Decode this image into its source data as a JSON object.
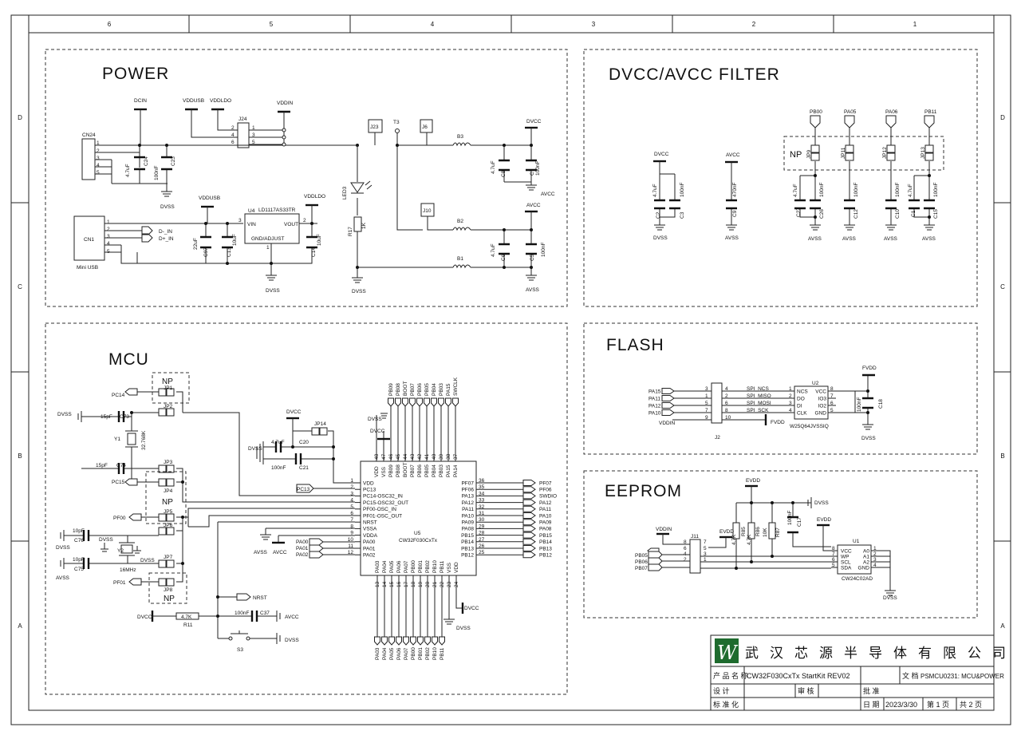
{
  "frame": {
    "columns": [
      "6",
      "5",
      "4",
      "3",
      "2",
      "1"
    ],
    "rows": [
      "D",
      "C",
      "B",
      "A"
    ]
  },
  "sections": {
    "power": "POWER",
    "filter": "DVCC/AVCC FILTER",
    "mcu": "MCU",
    "flash": "FLASH",
    "eeprom": "EEPROM"
  },
  "power": {
    "nets": [
      "DCIN",
      "VDDUSB",
      "VDDLDO",
      "VDDIN",
      "VDDUSB",
      "VDDLDO",
      "DVCC",
      "AVCC",
      "DVSS",
      "DVSS",
      "DVSS",
      "AVSS"
    ],
    "cn24": "CN24",
    "cn1": "CN1",
    "cn1_sub": "Mini USB",
    "j24": "J24",
    "j23": "J23",
    "j6": "J6",
    "j10": "J10",
    "t3": "T3",
    "led": "LED3",
    "r17": "R17",
    "r17v": "1K",
    "u4": "U4",
    "u4_part": "LD1117AS33TR",
    "u4_vin": "VIN",
    "u4_vout": "VOUT",
    "u4_gnd": "GND/ADJUST",
    "dm": "D-_IN",
    "dp": "D+_IN",
    "caps": [
      "4.7uF",
      "C24",
      "100nF",
      "C23",
      "22uF",
      "C97",
      "C13",
      "10uF",
      "C14",
      "10uF",
      "4.7uF",
      "C8",
      "100nF",
      "C7",
      "4.7uF",
      "C6",
      "100nF",
      "C5"
    ],
    "beads": [
      "B3",
      "B2",
      "B1"
    ]
  },
  "filter": {
    "nets_top": [
      "DVCC",
      "AVCC",
      "PB00",
      "PA05",
      "PA06",
      "PB11"
    ],
    "nets_bot": [
      "DVSS",
      "AVSS",
      "AVSS",
      "AVSS",
      "AVSS",
      "AVSS"
    ],
    "np": "NP",
    "jp": [
      "JP9",
      "JP11",
      "JP12",
      "JP13"
    ],
    "caps": [
      "4.7uF",
      "C2",
      "100nF",
      "C3",
      "470nF",
      "C9",
      "4.7uF",
      "C27",
      "100nF",
      "C26",
      "100nF",
      "C12",
      "100nF",
      "C10",
      "4.7uF",
      "C1",
      "100nF",
      "C15"
    ]
  },
  "mcu": {
    "u5": "U5",
    "u5_part": "CW32F030CxTx",
    "left_pins": [
      "VDD",
      "PC13",
      "PC14-OSC32_IN",
      "PC15-OSC32_OUT",
      "PF00-OSC_IN",
      "PF01-OSC_OUT",
      "NRST",
      "VSSA",
      "VDDA",
      "PA00",
      "PA01",
      "PA02"
    ],
    "left_nums": [
      "1",
      "2",
      "3",
      "4",
      "5",
      "6",
      "7",
      "8",
      "9",
      "10",
      "11",
      "12"
    ],
    "right_pins": [
      "PF07",
      "PF06",
      "PA13",
      "PA12",
      "PA11",
      "PA10",
      "PA09",
      "PA08",
      "PB15",
      "PB14",
      "PB13",
      "PB12"
    ],
    "right_nums": [
      "36",
      "35",
      "34",
      "33",
      "32",
      "31",
      "30",
      "29",
      "28",
      "27",
      "26",
      "25"
    ],
    "right_nets": [
      "PF07",
      "PF06",
      "SWDIO",
      "PA12",
      "PA11",
      "PA10",
      "PA09",
      "PA08",
      "PB15",
      "PB14",
      "PB13",
      "PB12"
    ],
    "top_pins": [
      "VDD",
      "VSS",
      "PB09",
      "PB08",
      "BOOT",
      "PB07",
      "PB06",
      "PB05",
      "PB04",
      "PB03",
      "PA15",
      "PA14"
    ],
    "top_nums": [
      "48",
      "47",
      "46",
      "45",
      "44",
      "43",
      "42",
      "41",
      "40",
      "39",
      "38",
      "37"
    ],
    "top_nets": [
      "PB09",
      "PB08",
      "BOOT",
      "PB07",
      "PB06",
      "PB05",
      "PB04",
      "PB03",
      "PA15",
      "SWCLK"
    ],
    "bot_pins": [
      "PA03",
      "PA04",
      "PA05",
      "PA06",
      "PA07",
      "PB00",
      "PB01",
      "PB02",
      "PB10",
      "PB11",
      "VSS",
      "VDD"
    ],
    "bot_nums": [
      "13",
      "14",
      "15",
      "16",
      "17",
      "18",
      "19",
      "20",
      "21",
      "22",
      "23",
      "24"
    ],
    "bot_nets": [
      "PA03",
      "PA04",
      "PA05",
      "PA06",
      "PA07",
      "PB00",
      "PB01",
      "PB02",
      "PB10",
      "PB11"
    ],
    "labels": [
      "PC14",
      "PC15",
      "PF00",
      "PF01",
      "PC13",
      "PA00",
      "PA01",
      "PA02",
      "NRST",
      "DVCC",
      "DVCC",
      "DVSS",
      "DVSS",
      "DVSS",
      "DVSS",
      "DVSS",
      "DVSS",
      "DVSS",
      "AVSS",
      "AVCC"
    ],
    "np": [
      "NP",
      "NP",
      "NP"
    ],
    "jp": [
      "JP1",
      "JP2",
      "JP3",
      "JP4",
      "JP5",
      "JP6",
      "JP7",
      "JP8",
      "JP14"
    ],
    "y1": "Y1",
    "y1v": "32.768K",
    "y2": "Y2",
    "y2v": "16MHz",
    "caps": [
      "15pF",
      "C73",
      "15pF",
      "C74",
      "10pF",
      "C76",
      "10pF",
      "C75",
      "4.7uF",
      "C20",
      "100nF",
      "C21",
      "100nF",
      "C37"
    ],
    "r11": "R11",
    "r11v": "4.7K",
    "s3": "S3"
  },
  "flash": {
    "nets": [
      "PA15",
      "PA11",
      "PA12",
      "PA10",
      "VDDIN",
      "FVDD",
      "FVDD",
      "DVSS"
    ],
    "j2": "J2",
    "j2_left": [
      "3",
      "1",
      "5",
      "7",
      "9"
    ],
    "j2_right": [
      "4",
      "2",
      "6",
      "8",
      "10"
    ],
    "spi": [
      "SPI_NCS",
      "SPI_MISO",
      "SPI_MOSI",
      "SPI_SCK"
    ],
    "u2": "U2",
    "u2_left": [
      "NCS",
      "DO",
      "DI",
      "CLK"
    ],
    "u2_right": [
      "VCC",
      "IO3",
      "IO2",
      "GND"
    ],
    "u2_lnums": [
      "1",
      "2",
      "3",
      "4"
    ],
    "u2_rnums": [
      "8",
      "7",
      "6",
      "5"
    ],
    "u2_part": "W25Q64JVSSIQ",
    "cap": [
      "100nF",
      "C18"
    ]
  },
  "eeprom": {
    "nets": [
      "VDDIN",
      "EVDD",
      "EVDD",
      "EVDD",
      "DVSS",
      "DVSS",
      "PB05",
      "PB06",
      "PB07"
    ],
    "j11": "J11",
    "j11_left": [
      "8",
      "6",
      "4",
      "2"
    ],
    "j11_right": [
      "7",
      "5",
      "3",
      "1"
    ],
    "res": [
      "4.7K",
      "R85",
      "4.7K",
      "R86",
      "10K",
      "R87"
    ],
    "cap": [
      "100nF",
      "C17"
    ],
    "u1": "U1",
    "u1_left": [
      "VCC",
      "WP",
      "SCL",
      "SDA"
    ],
    "u1_right": [
      "A0",
      "A1",
      "A2",
      "GND"
    ],
    "u1_lnums": [
      "8",
      "7",
      "6",
      "5"
    ],
    "u1_rnums": [
      "1",
      "2",
      "3",
      "4"
    ],
    "u1_part": "CW24C02AD"
  },
  "title_block": {
    "company": "武汉芯源半导体有限公司",
    "logo_letter": "W",
    "product_label": "产 品 名 称",
    "product": "CW32F030CxTx StartKit REV02",
    "doc_label": "文 档",
    "doc": "PSMCU0231: MCU&POWER",
    "design_label": "设 计",
    "review_label": "审 核",
    "approve_label": "批 准",
    "standard_label": "标 准 化",
    "date_label": "日 期",
    "date": "2023/3/30",
    "page": "第 1 页",
    "total": "共 2 页"
  },
  "colors": {
    "ink": "#111111",
    "logo": "#1e6b2e"
  }
}
